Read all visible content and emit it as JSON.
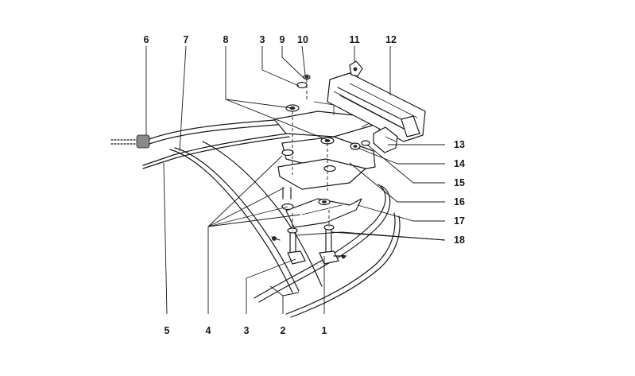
{
  "callouts": {
    "c1": "1",
    "c2": "2",
    "c3_bottom": "3",
    "c3_top": "3",
    "c4": "4",
    "c5": "5",
    "c6": "6",
    "c7": "7",
    "c8": "8",
    "c9": "9",
    "c10": "10",
    "c11": "11",
    "c12": "12",
    "c13": "13",
    "c14": "14",
    "c15": "15",
    "c16": "16",
    "c17": "17",
    "c18": "18"
  }
}
